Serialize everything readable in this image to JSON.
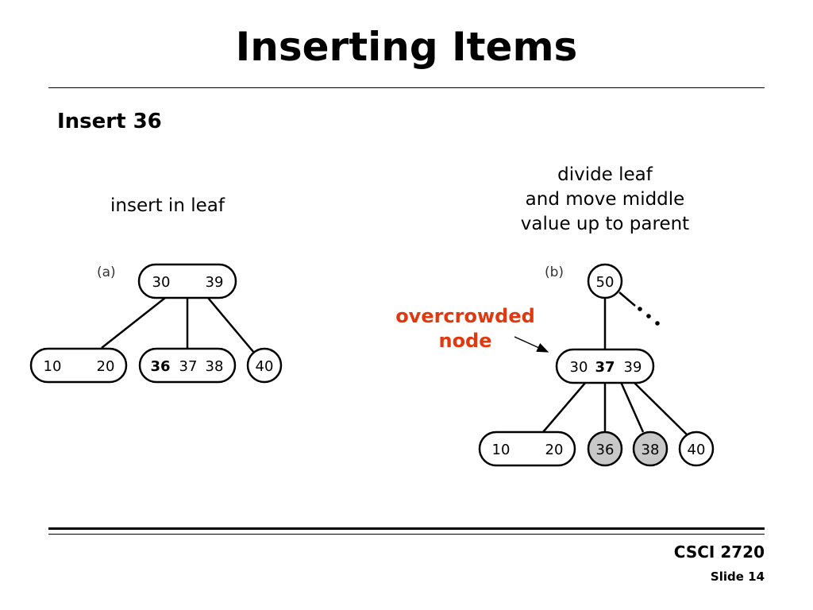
{
  "slide": {
    "title": "Inserting Items",
    "subtitle": "Insert 36",
    "course": "CSCI 2720",
    "slide_number": "Slide 14"
  },
  "diagram_a": {
    "label": "(a)",
    "caption": "insert in leaf",
    "root": [
      "30",
      "39"
    ],
    "leaf_left": [
      "10",
      "20"
    ],
    "leaf_middle": [
      "36",
      "37",
      "38"
    ],
    "leaf_right": [
      "40"
    ]
  },
  "diagram_b": {
    "label": "(b)",
    "caption_lines": [
      "divide leaf",
      "and move middle",
      "value up to parent"
    ],
    "parent": "50",
    "node": [
      "30",
      "37",
      "39"
    ],
    "leaf_left": [
      "10",
      "20"
    ],
    "split_left": "36",
    "split_right": "38",
    "leaf_right": "40",
    "annotation_lines": [
      "overcrowded",
      "node"
    ]
  },
  "colors": {
    "annotation": "#e0380f",
    "split_fill": "#c8c8c8"
  }
}
